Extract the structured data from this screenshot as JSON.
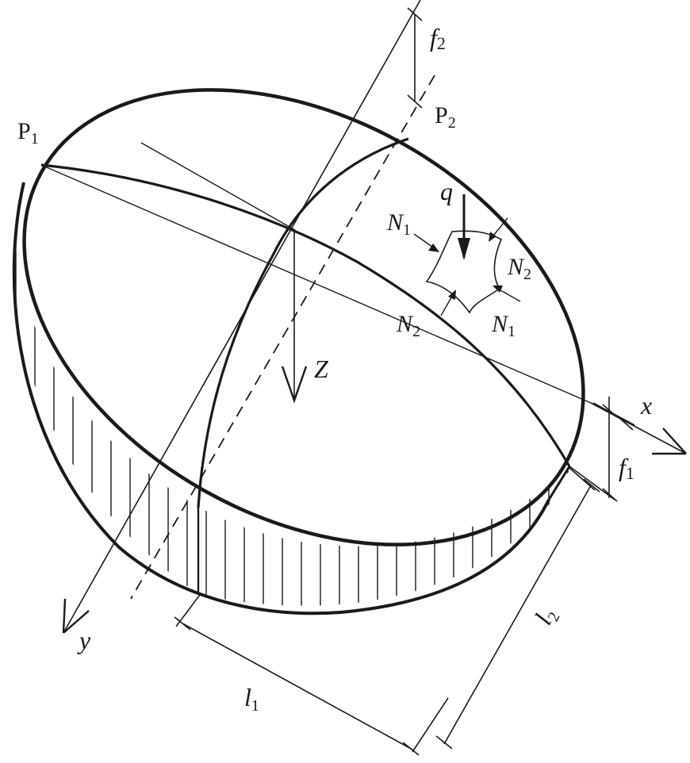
{
  "diagram": {
    "labels": {
      "p1": "P",
      "p1_sub": "1",
      "p2": "P",
      "p2_sub": "2",
      "f2": "f",
      "f2_sub": "2",
      "f1": "f",
      "f1_sub": "1",
      "q": "q",
      "n1_left": "N",
      "n1_left_sub": "1",
      "n2_right": "N",
      "n2_right_sub": "2",
      "n2_bottom": "N",
      "n2_bottom_sub": "2",
      "n1_right": "N",
      "n1_right_sub": "1",
      "z_axis": "Z",
      "x_axis": "x",
      "y_axis": "y",
      "l1": "l",
      "l1_sub": "1",
      "l2": "l",
      "l2_sub": "2"
    },
    "colors": {
      "ink": "#1a1a1a",
      "background": "#ffffff"
    }
  }
}
